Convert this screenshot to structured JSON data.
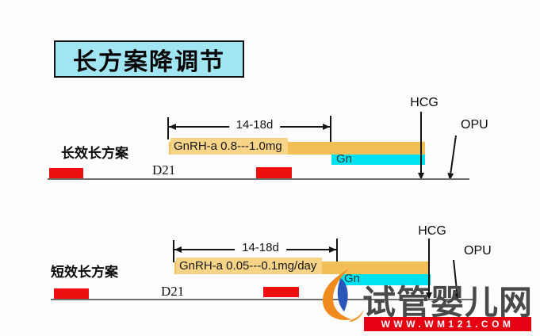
{
  "title": {
    "text": "长方案降调节"
  },
  "protocols": [
    {
      "name": "长效长方案",
      "duration": "14-18d",
      "gnrh": "GnRH-a 0.8---1.0mg",
      "gn": "Gn",
      "day": "D21",
      "hcg": "HCG",
      "opu": "OPU"
    },
    {
      "name": "短效长方案",
      "duration": "14-18d",
      "gnrh": "GnRH-a 0.05---0.1mg/day",
      "gn": "Gn",
      "day": "D21",
      "hcg": "HCG",
      "opu": "OPU"
    }
  ],
  "watermark": {
    "site_name": "试管婴儿网",
    "site_url": "WWW.WM121.COM"
  },
  "colors": {
    "title_fill": "#a2e5f2",
    "gnrh_bar": "#f2be58",
    "gnrh_bar_highlight": "#f8d489",
    "gn_bar": "#00e1ef",
    "menses_red": "#ee0f0f",
    "timeline_gray": "#6e6e6e",
    "watermark_text": "#4a4a4a",
    "watermark_bar": "#e60012",
    "logo_orange": "#ef8a1e",
    "logo_blue": "#2857b8"
  }
}
